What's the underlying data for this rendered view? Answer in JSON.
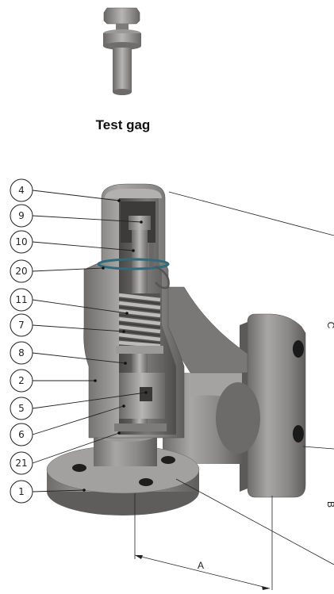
{
  "caption": "Test gag",
  "callouts": [
    "4",
    "9",
    "10",
    "20",
    "11",
    "7",
    "8",
    "2",
    "5",
    "6",
    "21",
    "1"
  ],
  "dimensions": {
    "a": "A",
    "b": "B",
    "c": "C"
  },
  "colors": {
    "metal": "#8d8b89",
    "metal_dark": "#5f5d5b",
    "metal_light": "#b4b2b0",
    "seal": "#2f6b7a"
  }
}
